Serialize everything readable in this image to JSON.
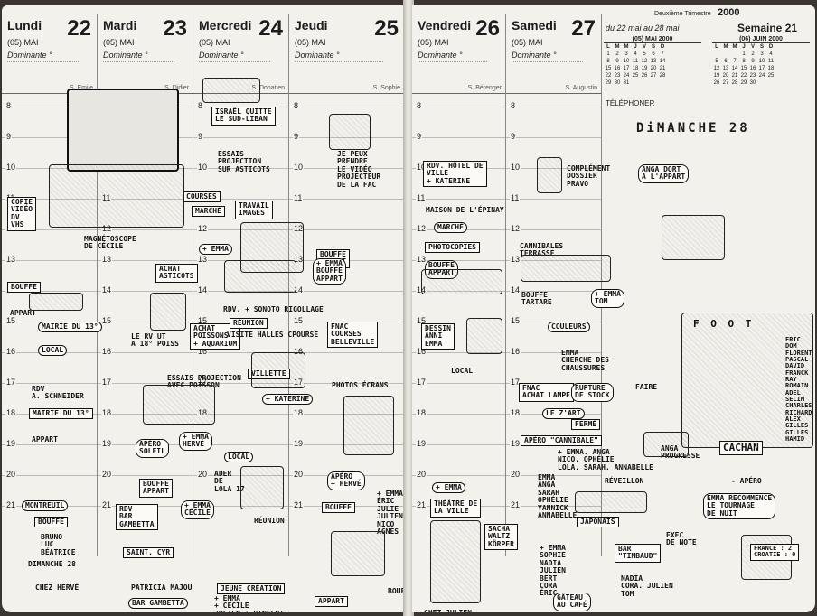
{
  "days": [
    {
      "name": "Lundi",
      "num": "22",
      "month": "(05) MAI",
      "dominante": "Dominante °",
      "saint": "S. Emile"
    },
    {
      "name": "Mardi",
      "num": "23",
      "month": "(05) MAI",
      "dominante": "Dominante °",
      "saint": "S. Didier"
    },
    {
      "name": "Mercredi",
      "num": "24",
      "month": "(05) MAI",
      "dominante": "Dominante °",
      "saint": "S. Donatien"
    },
    {
      "name": "Jeudi",
      "num": "25",
      "month": "(05) MAI",
      "dominante": "Dominante °",
      "saint": "S. Sophie"
    },
    {
      "name": "Vendredi",
      "num": "26",
      "month": "(05) MAI",
      "dominante": "Dominante °",
      "saint": "S. Bérenger"
    },
    {
      "name": "Samedi",
      "num": "27",
      "month": "(05) MAI",
      "dominante": "Dominante °",
      "saint": "S. Augustin"
    }
  ],
  "hours": [
    "8",
    "9",
    "10",
    "11",
    "12",
    "13",
    "14",
    "15",
    "16",
    "17",
    "18",
    "19",
    "20",
    "21"
  ],
  "right_header": {
    "trimestre": "Deuxième Trimestre",
    "year": "2000",
    "range": "du 22 mai au 28 mai",
    "semaine": "Semaine 21",
    "telephone": "TÉLÉPHONER",
    "cal_may_title": "(05) MAI 2000",
    "cal_june_title": "(06) JUIN 2000",
    "cal_header": [
      "L",
      "M",
      "M",
      "J",
      "V",
      "S",
      "D"
    ],
    "cal_may_rows": [
      [
        "1",
        "2",
        "3",
        "4",
        "5",
        "6",
        "7"
      ],
      [
        "8",
        "9",
        "10",
        "11",
        "12",
        "13",
        "14"
      ],
      [
        "15",
        "16",
        "17",
        "18",
        "19",
        "20",
        "21"
      ],
      [
        "22",
        "23",
        "24",
        "25",
        "26",
        "27",
        "28"
      ],
      [
        "29",
        "30",
        "31",
        "",
        "",
        "",
        ""
      ]
    ],
    "cal_june_rows": [
      [
        "",
        "",
        "",
        "1",
        "2",
        "3",
        "4"
      ],
      [
        "5",
        "6",
        "7",
        "8",
        "9",
        "10",
        "11"
      ],
      [
        "12",
        "13",
        "14",
        "15",
        "16",
        "17",
        "18"
      ],
      [
        "19",
        "20",
        "21",
        "22",
        "23",
        "24",
        "25"
      ],
      [
        "26",
        "27",
        "28",
        "29",
        "30",
        "",
        ""
      ]
    ]
  },
  "sunday": {
    "title": "DiMANCHE 28",
    "foot": "F O O T",
    "cachan": "CACHAN",
    "names": "ERiC\nDOM\nFLORENT\nPASCAL\nDAViD\nFRANCK\nRAY\nROMAIN\nADEL\nSELiM\nCHARLES\nRiCHARD\nALEX\nGiLLES\nGiLLES\nHAMID",
    "apero": "- APÉRO",
    "emma": "EMMA RECOMMENCE\nLE TOURNAGE\nDE NUIT",
    "score": "FRANCE : 2\nCROATiE : 0"
  },
  "notes_left": {
    "copie": "COPiE\nViDÉO\nDV\nVHS",
    "magneto": "MAGNÉTOSCOPE\nDE CÉCiLE",
    "bouffe1": "BOUFFE",
    "appart1": "APPART",
    "mairie_ul": "MAiRiE DU 13°",
    "local1": "LOCAL",
    "rdv1": "RDV\nA. SCHNEiDER",
    "mairie13": "MAiRiE DU 13°",
    "appart2": "APPART",
    "bouffe2": "BOUFFE",
    "montreuil": "MONTREUiL",
    "bruno": "BRUNO\nLUC\nBÉATRICE",
    "chez_herve": "CHEZ HERVÉ",
    "dimanche_print": "Dimanche 28",
    "israel": "iSRAËL QUiTTE\nLE SUD-LiBAN",
    "essais": "ESSAiS\nPROJECTiON\nSUR ASTiCOTS",
    "courses": "COURSES",
    "marche": "MARCHÉ",
    "achat_asticots": "ACHAT\nASTiCOTS",
    "rvut": "LE RV UT\nA 18° POiSS",
    "achat_poissons": "ACHAT\nPOiSSONS\n+ AQUARiUM",
    "essais_proj": "ESSAiS PROJECTiON\nAVEC POiSSON",
    "emma_herve": "+ EMMA\nHERVÉ",
    "apero_soleil": "APÉRO\nSOLEiL",
    "bouffe_appart": "BOUFFE\nAPPART",
    "rdv_bar": "RDV\nBAR\nGAMBETTA",
    "emma_cecile": "+ EMMA\nCÉCiLE",
    "saint_cyr": "SAiNT. CYR",
    "patricia": "PATRICIA MAJOU",
    "bar_gambetta": "BAR GAMBETTA",
    "emma_cecile2": "+ EMMA\n+ CÉCiLE\nJULiEN + VINCENT",
    "travail_images": "TRAVAiL\nIMAGES",
    "bouffe_appart2": "BOUFFE\nAPPART",
    "emma2": "+ EMMA",
    "rdv_sonoto": "RDV. + SONOTO RIGOLLAGE",
    "reunion": "RÉUNiON",
    "visite": "ViSiTE HALLES CPOURSE",
    "villette": "ViLLETTE",
    "katerine": "+ KATERiNE",
    "local2": "LOCAL",
    "ader": "ADER\nDE\nLOLA 17",
    "reunion2": "RÉUNiON",
    "jeune_creation": "JEUNE CRÉATiON",
    "je_peux": "JE PEUX\nPRENDRE\nLE ViDÉO\nPROJECTEUR\nDE LA FAC",
    "emma_bouffe": "+ EMMA\nBOUFFE\nAPPART",
    "fnac": "FNAC\nCOURSES\nBELLEViLLE",
    "photos_ecrans": "PHOTOS ÉCRANS",
    "apero_herve": "APÉRO\n+ HERVÉ",
    "bouffe3": "BOUFFE",
    "emma_eric": "+ EMMA\nÉRiC\nJULiE\nJULiEN\nNiCO\nAGNES",
    "appart3": "APPART",
    "bouffe4": "BOUFFE"
  },
  "notes_right": {
    "rdv_hotel": "RDV. HÔTEL DE\nViLLE\n+ KATERiNE",
    "maison": "MAiSON DE L'ÉPINAY",
    "marche2": "MARCHÉ",
    "photocopies": "PHOTOCOPiES",
    "bouffe_appart3": "BOUFFE\nAPPART",
    "dessin": "DESSiN\nANNi\nEMMA",
    "local3": "LOCAL",
    "theatre": "THÉÂTRE DE\nLA ViLLE",
    "emma3": "+ EMMA",
    "sacha": "SACHA\nWALTZ\nKÖRPER",
    "chez_julien": "CHEZ JULiEN",
    "complement": "COMPLÉMENT\nDOSSiER\nPRAVO",
    "anga": "ANGA DORT\nA L'APPART",
    "cannibales": "CANNiBALES\nTERRASSE",
    "bouffe_tartare": "BOUFFE\nTARTARE",
    "emma_tom": "+ EMMA\nTOM",
    "couleurs": "COULEURS",
    "emma_cherche": "EMMA\nCHERCHE DES\nCHAUSSURES",
    "fnac_lampe": "FNAC\nACHAT LAMPE",
    "rupture": "RUPTURE\nDE STOCK",
    "lezart": "LE Z'ART",
    "ferme": "FERMÉ",
    "apero_cannibale": "APÉRO \"CANNiBALE\"",
    "emma_anga": "+ EMMA. ANGA\nNiCO. OPHÉLiE\nLOLA. SARAH. ANNABELLE",
    "anga_progresse": "ANGA\nPROGRESSE",
    "reveillon": "RÉVEiLLON",
    "emma_anga2": "EMMA\nANGA\nSARAH\nOPHÉLiE\nYANNiCK\nANNABELLE",
    "japonais": "JAPONAiS",
    "exec_note": "EXEC\nDE NOTE",
    "bar_timbaud": "BAR\n\"TiMBAUD\"",
    "nadia": "NADiA\nCORA. JULiEN\nTOM",
    "gateau": "GÂTEAU\nAU CAFÉ",
    "emma_sophie": "+ EMMA\nSOPHiE\nNADiA\nJULiEN\nBERT\nCORA\nÉRiC",
    "faire": "FAIRE"
  },
  "colors": {
    "paper": "#f3f1ec",
    "ink": "#111111",
    "edge": "#3a3530"
  }
}
